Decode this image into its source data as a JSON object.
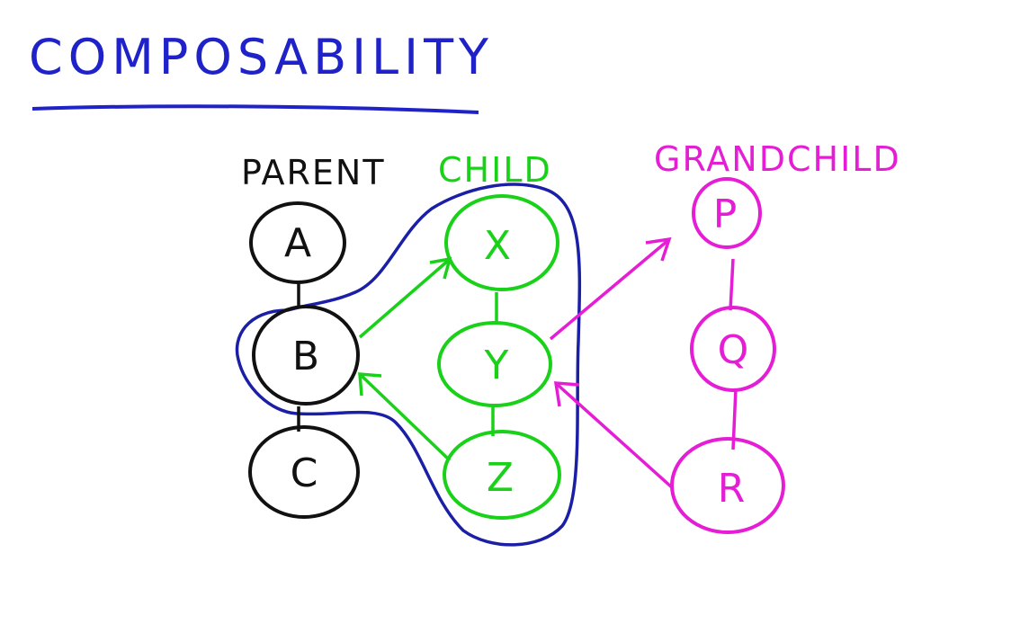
{
  "title": "COMPOSABILITY",
  "colors": {
    "title": "#1f22c9",
    "parent": "#111111",
    "child": "#19d119",
    "grandchild": "#e51ed6",
    "composite_outline": "#1b1fa6"
  },
  "groups": {
    "parent": {
      "label": "PARENT",
      "nodes": {
        "a": "A",
        "b": "B",
        "c": "C"
      }
    },
    "child": {
      "label": "CHILD",
      "nodes": {
        "x": "X",
        "y": "Y",
        "z": "Z"
      }
    },
    "grandchild": {
      "label": "GRANDCHILD",
      "nodes": {
        "p": "P",
        "q": "Q",
        "r": "R"
      }
    }
  }
}
